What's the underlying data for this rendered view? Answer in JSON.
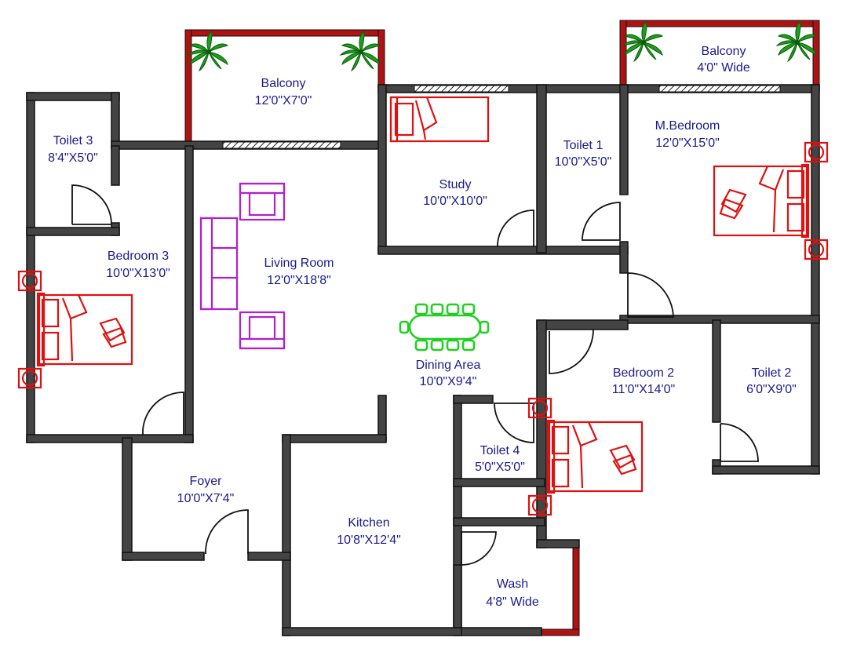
{
  "colors": {
    "wall": "#444444",
    "balcony_wall": "#b01212",
    "label": "#1a1a8c",
    "bed": "#e01010",
    "sofa": "#b020d0",
    "dining": "#20d020",
    "plant": "#1aa01a"
  },
  "rooms": {
    "balcony_left": {
      "name": "Balcony",
      "size": "12'0\"X7'0\""
    },
    "balcony_right": {
      "name": "Balcony",
      "size": "4'0\" Wide"
    },
    "toilet3": {
      "name": "Toilet 3",
      "size": "8'4\"X5'0\""
    },
    "study": {
      "name": "Study",
      "size": "10'0\"X10'0\""
    },
    "toilet1": {
      "name": "Toilet 1",
      "size": "10'0\"X5'0\""
    },
    "mbedroom": {
      "name": "M.Bedroom",
      "size": "12'0\"X15'0\""
    },
    "bedroom3": {
      "name": "Bedroom 3",
      "size": "10'0\"X13'0\""
    },
    "living": {
      "name": "Living Room",
      "size": "12'0\"X18'8\""
    },
    "dining": {
      "name": "Dining Area",
      "size": "10'0\"X9'4\""
    },
    "bedroom2": {
      "name": "Bedroom 2",
      "size": "11'0\"X14'0\""
    },
    "toilet2": {
      "name": "Toilet 2",
      "size": "6'0\"X9'0\""
    },
    "toilet4": {
      "name": "Toilet 4",
      "size": "5'0\"X5'0\""
    },
    "foyer": {
      "name": "Foyer",
      "size": "10'0\"X7'4\""
    },
    "kitchen": {
      "name": "Kitchen",
      "size": "10'8\"X12'4\""
    },
    "wash": {
      "name": "Wash",
      "size": "4'8\" Wide"
    }
  },
  "icons": [
    "plant-icon",
    "bed-icon",
    "sofa-icon",
    "armchair-icon",
    "dining-table-icon",
    "door-swing-icon"
  ]
}
